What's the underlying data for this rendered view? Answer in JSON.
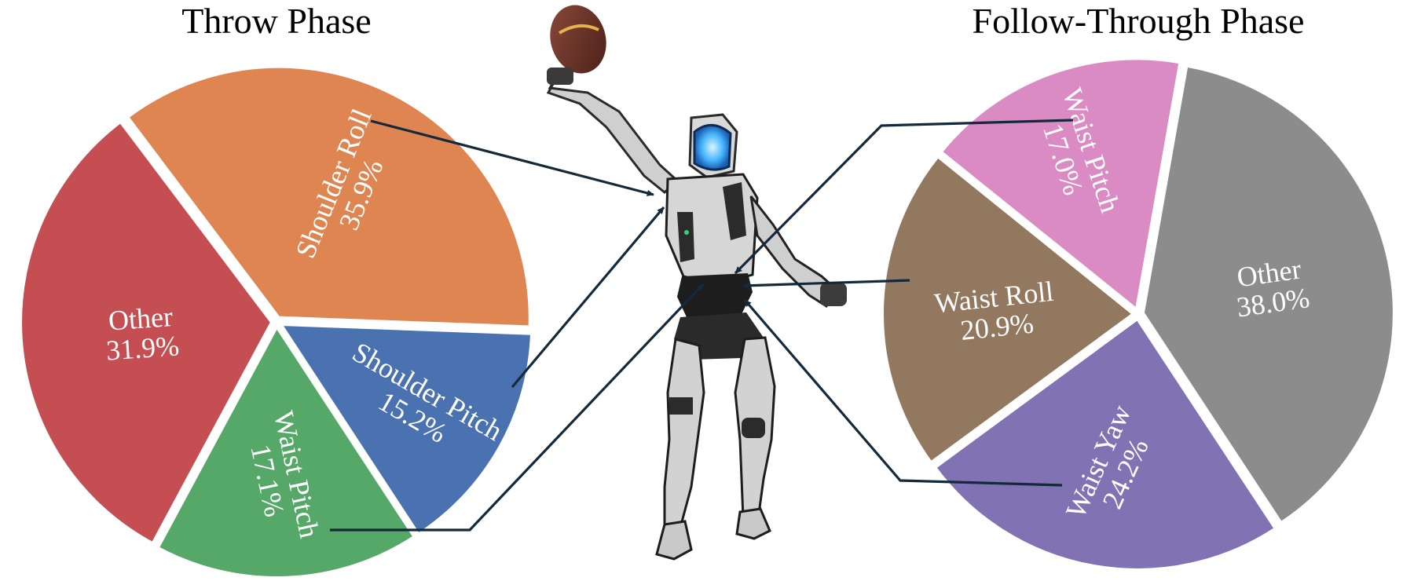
{
  "figure_image": "humanoid-robot-throwing-football",
  "chart_data": [
    {
      "type": "pie",
      "title": "Throw Phase",
      "unit": "%",
      "slices": [
        {
          "label": "Shoulder Roll",
          "value": 35.9,
          "value_text": "35.9%",
          "color": "#DE8552"
        },
        {
          "label": "Shoulder Pitch",
          "value": 15.2,
          "value_text": "15.2%",
          "color": "#4B72B0"
        },
        {
          "label": "Waist Pitch",
          "value": 17.1,
          "value_text": "17.1%",
          "color": "#55A868"
        },
        {
          "label": "Other",
          "value": 31.9,
          "value_text": "31.9%",
          "color": "#C44E52"
        }
      ],
      "legend": "none"
    },
    {
      "type": "pie",
      "title": "Follow-Through Phase",
      "unit": "%",
      "slices": [
        {
          "label": "Other",
          "value": 38.0,
          "value_text": "38.0%",
          "color": "#8C8C8C"
        },
        {
          "label": "Waist Yaw",
          "value": 24.2,
          "value_text": "24.2%",
          "color": "#8172B3"
        },
        {
          "label": "Waist Roll",
          "value": 20.9,
          "value_text": "20.9%",
          "color": "#937860"
        },
        {
          "label": "Waist Pitch",
          "value": 17.0,
          "value_text": "17.0%",
          "color": "#DA8BC3"
        }
      ],
      "legend": "none"
    }
  ]
}
